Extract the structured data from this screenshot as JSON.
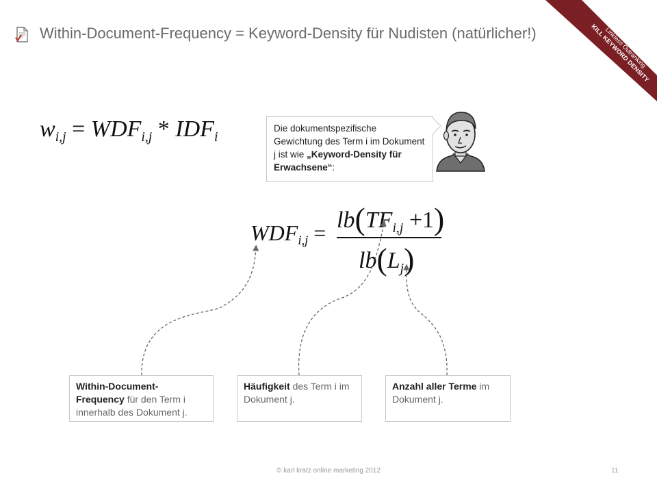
{
  "header": {
    "title": "Within-Document-Frequency = Keyword-Density für Nudisten (natürlicher!)"
  },
  "ribbon": {
    "line1": "Linkless Outranking",
    "line2": "KILL KEYWORD DENSITY",
    "color": "#7a1f24"
  },
  "formula1": {
    "w": "w",
    "w_sub": "i,j",
    "eq": "=",
    "wdf": "WDF",
    "wdf_sub": "i,j",
    "star": "*",
    "idf": "IDF",
    "idf_sub": "i"
  },
  "bubble": {
    "text_start": "Die dokumentspezifische Gewichtung des Term i im Dokument j ist wie ",
    "text_bold": "„Keyword-Density für Erwachsene“",
    "text_end": ":"
  },
  "formula2": {
    "wdf": "WDF",
    "wdf_sub": "i,j",
    "eq": "=",
    "num_lb": "lb",
    "num_open": "(",
    "num_tf": "TF",
    "num_tf_sub": "i,j",
    "num_plus": "+1",
    "num_close": ")",
    "den_lb": "lb",
    "den_open": "(",
    "den_l": "L",
    "den_l_sub": "j",
    "den_close": ")"
  },
  "boxes": [
    {
      "bold": "Within-Document-Frequency",
      "text": " für den Term i innerhalb des Dokument j."
    },
    {
      "bold": "Häufigkeit",
      "text": " des Term i im Dokument j."
    },
    {
      "bold": "Anzahl aller Terme",
      "text": " im Dokument j."
    }
  ],
  "footer": {
    "copyright": "© karl kratz online marketing 2012",
    "page": "11"
  },
  "colors": {
    "accent": "#7a1f24",
    "icon_check": "#c0392b"
  }
}
